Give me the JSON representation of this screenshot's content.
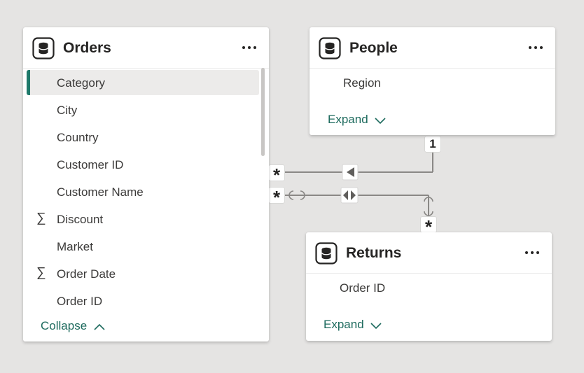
{
  "tables": {
    "orders": {
      "title": "Orders",
      "fields": [
        {
          "label": "Category",
          "sigma": false,
          "selected": true
        },
        {
          "label": "City",
          "sigma": false
        },
        {
          "label": "Country",
          "sigma": false
        },
        {
          "label": "Customer ID",
          "sigma": false
        },
        {
          "label": "Customer Name",
          "sigma": false
        },
        {
          "label": "Discount",
          "sigma": true
        },
        {
          "label": "Market",
          "sigma": false
        },
        {
          "label": "Order Date",
          "sigma": true
        },
        {
          "label": "Order ID",
          "sigma": false
        }
      ],
      "toggle_label": "Collapse"
    },
    "people": {
      "title": "People",
      "fields": [
        {
          "label": "Region",
          "sigma": false
        }
      ],
      "toggle_label": "Expand"
    },
    "returns": {
      "title": "Returns",
      "fields": [
        {
          "label": "Order ID",
          "sigma": false
        }
      ],
      "toggle_label": "Expand"
    }
  },
  "relationships": {
    "people_orders": {
      "from_card": "1",
      "to_card": "*",
      "direction": "single"
    },
    "returns_orders": {
      "from_card": "*",
      "to_card": "*",
      "direction": "both"
    }
  },
  "colors": {
    "accent": "#1f7a6b",
    "link": "#1e6b5e",
    "canvas": "#e5e4e3"
  }
}
